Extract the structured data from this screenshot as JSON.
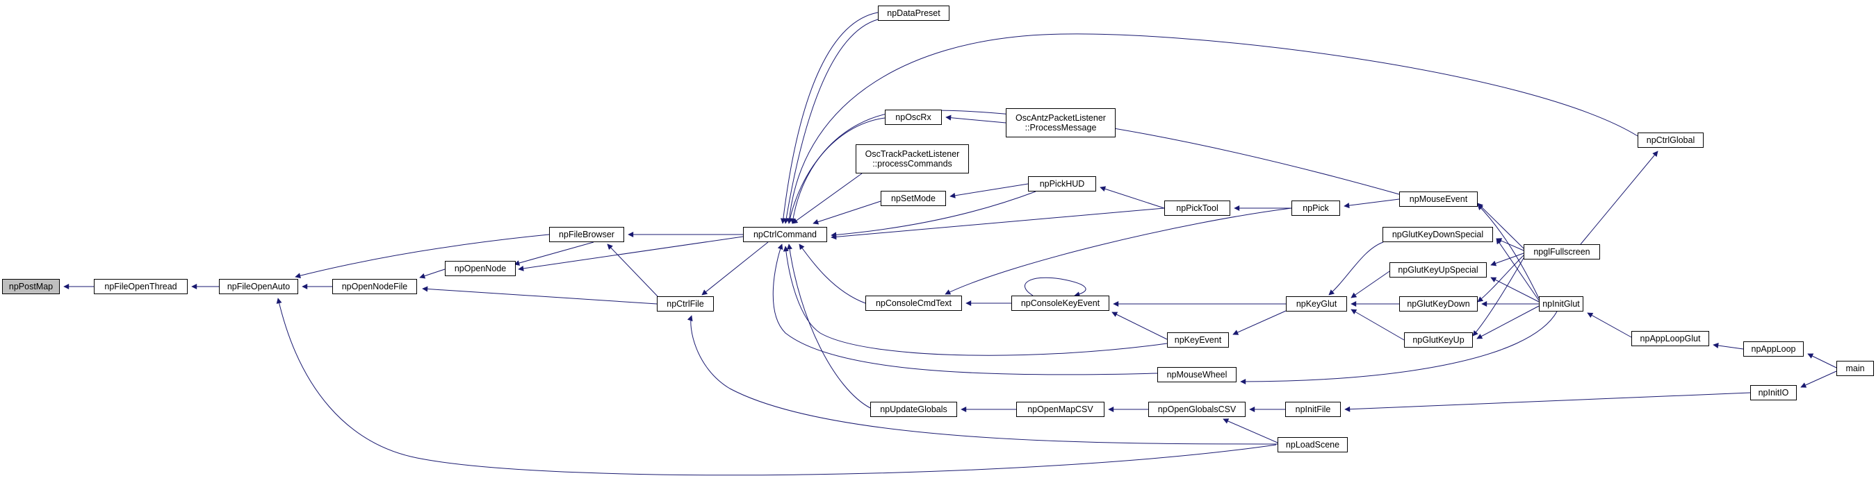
{
  "graph": {
    "colors": {
      "edge": "#191970",
      "node_border": "#000000",
      "node_fill": "#ffffff",
      "root_fill": "#bfbfbf"
    },
    "nodes": [
      {
        "id": "npPostMap",
        "label": "npPostMap",
        "root": true
      },
      {
        "id": "npFileOpenThread",
        "label": "npFileOpenThread"
      },
      {
        "id": "npFileOpenAuto",
        "label": "npFileOpenAuto"
      },
      {
        "id": "npOpenNodeFile",
        "label": "npOpenNodeFile"
      },
      {
        "id": "npOpenNode",
        "label": "npOpenNode"
      },
      {
        "id": "npFileBrowser",
        "label": "npFileBrowser"
      },
      {
        "id": "npCtrlFile",
        "label": "npCtrlFile"
      },
      {
        "id": "npCtrlCommand",
        "label": "npCtrlCommand"
      },
      {
        "id": "npDataPreset",
        "label": "npDataPreset"
      },
      {
        "id": "npOscRx",
        "label": "npOscRx"
      },
      {
        "id": "OscAntz",
        "label": "OscAntzPacketListener",
        "label2": "::ProcessMessage"
      },
      {
        "id": "OscTrack",
        "label": "OscTrackPacketListener",
        "label2": "::processCommands"
      },
      {
        "id": "npSetMode",
        "label": "npSetMode"
      },
      {
        "id": "npPickHUD",
        "label": "npPickHUD"
      },
      {
        "id": "npPickTool",
        "label": "npPickTool"
      },
      {
        "id": "npPick",
        "label": "npPick"
      },
      {
        "id": "npMouseEvent",
        "label": "npMouseEvent"
      },
      {
        "id": "npConsoleCmdText",
        "label": "npConsoleCmdText"
      },
      {
        "id": "npConsoleKeyEvent",
        "label": "npConsoleKeyEvent"
      },
      {
        "id": "npKeyEvent",
        "label": "npKeyEvent"
      },
      {
        "id": "npKeyGlut",
        "label": "npKeyGlut"
      },
      {
        "id": "npGlutKeyDownSpecial",
        "label": "npGlutKeyDownSpecial"
      },
      {
        "id": "npGlutKeyUpSpecial",
        "label": "npGlutKeyUpSpecial"
      },
      {
        "id": "npGlutKeyDown",
        "label": "npGlutKeyDown"
      },
      {
        "id": "npGlutKeyUp",
        "label": "npGlutKeyUp"
      },
      {
        "id": "npglFullscreen",
        "label": "npglFullscreen"
      },
      {
        "id": "npInitGlut",
        "label": "npInitGlut"
      },
      {
        "id": "npCtrlGlobal",
        "label": "npCtrlGlobal"
      },
      {
        "id": "npAppLoopGlut",
        "label": "npAppLoopGlut"
      },
      {
        "id": "npAppLoop",
        "label": "npAppLoop"
      },
      {
        "id": "main",
        "label": "main"
      },
      {
        "id": "npInitIO",
        "label": "npInitIO"
      },
      {
        "id": "npMouseWheel",
        "label": "npMouseWheel"
      },
      {
        "id": "npUpdateGlobals",
        "label": "npUpdateGlobals"
      },
      {
        "id": "npOpenMapCSV",
        "label": "npOpenMapCSV"
      },
      {
        "id": "npOpenGlobalsCSV",
        "label": "npOpenGlobalsCSV"
      },
      {
        "id": "npInitFile",
        "label": "npInitFile"
      },
      {
        "id": "npLoadScene",
        "label": "npLoadScene"
      }
    ]
  }
}
